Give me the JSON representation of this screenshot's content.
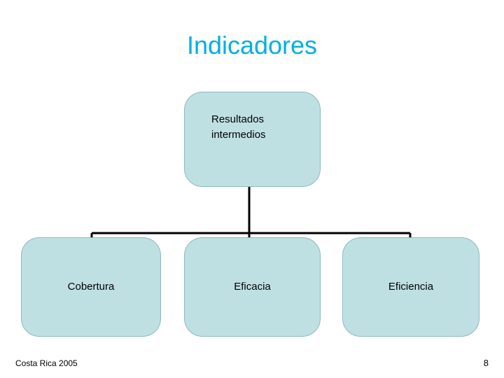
{
  "slide": {
    "title": "Indicadores",
    "footer_left": "Costa Rica 2005",
    "page_number": "8"
  },
  "diagram": {
    "type": "org-chart",
    "node_fill": "#BFE0E3",
    "connector_color": "#000000",
    "nodes": [
      {
        "id": "top",
        "label": "Resultados\nintermedios"
      },
      {
        "id": "cobertura",
        "label": "Cobertura"
      },
      {
        "id": "eficacia",
        "label": "Eficacia"
      },
      {
        "id": "eficiencia",
        "label": "Eficiencia"
      }
    ],
    "edges": [
      {
        "from": "top",
        "to": "cobertura"
      },
      {
        "from": "top",
        "to": "eficacia"
      },
      {
        "from": "top",
        "to": "eficiencia"
      }
    ]
  }
}
